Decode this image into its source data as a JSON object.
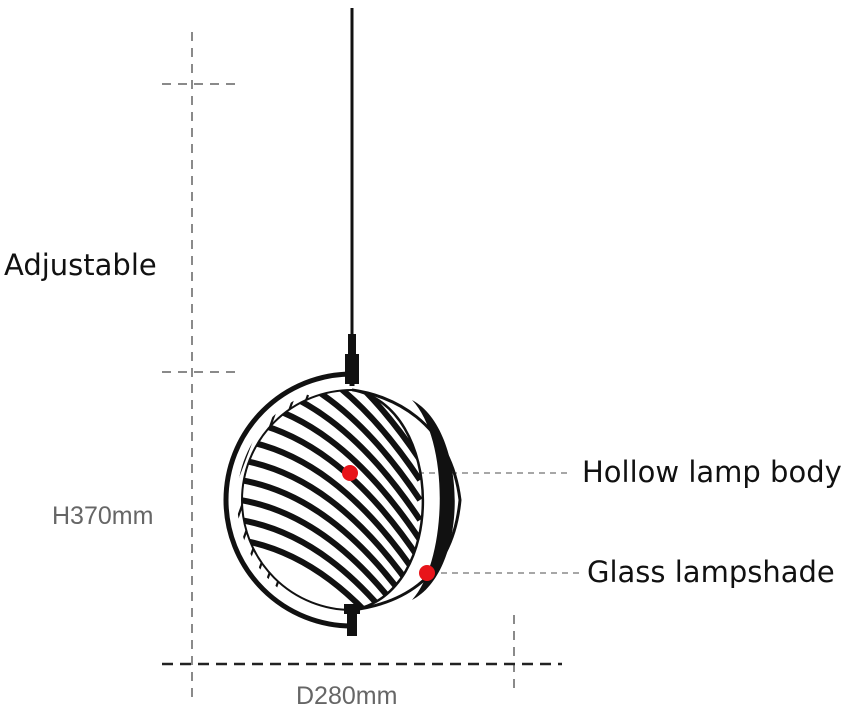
{
  "labels": {
    "adjustable": "Adjustable",
    "height": "H370mm",
    "diameter": "D280mm",
    "hollow_body": "Hollow lamp body",
    "glass_shade": "Glass lampshade"
  },
  "colors": {
    "marker": "#e8141a",
    "dimension_line": "#8a8a8a",
    "lamp": "#111111",
    "label_text": "#111111",
    "dimension_text": "#666666"
  },
  "icons": {
    "product": "pendant-lamp-illustration"
  }
}
